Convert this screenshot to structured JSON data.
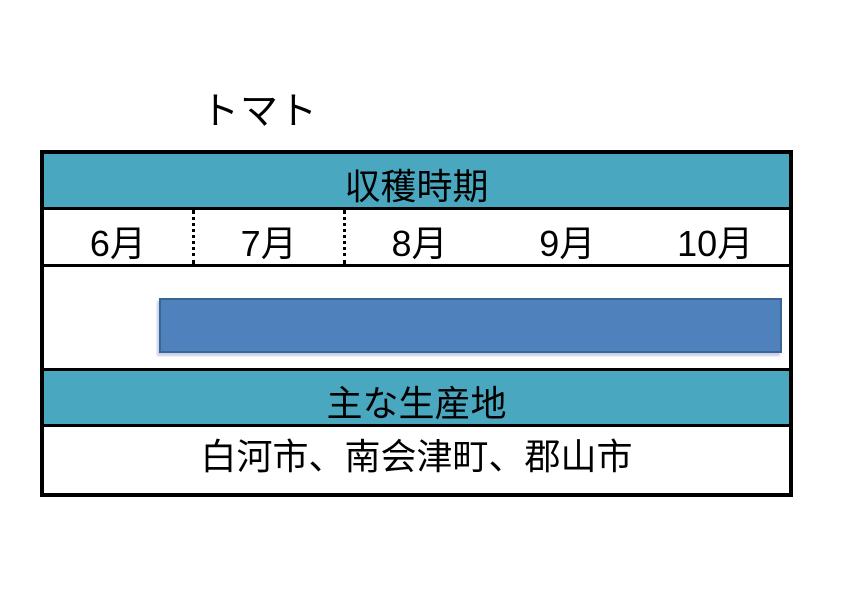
{
  "title": "トマト",
  "table": {
    "harvest_header": "収穫時期",
    "months": [
      "6月",
      "7月",
      "8月",
      "9月",
      "10月"
    ],
    "production_header": "主な生産地",
    "production_areas": "白河市、南会津町、郡山市"
  },
  "colors": {
    "section_header_bg": "#4AA7C0",
    "harvest_bar_fill": "#4F81BD",
    "harvest_bar_border": "#3A6595",
    "grid_line": "#000000",
    "background": "#ffffff"
  },
  "chart_data": {
    "type": "bar",
    "subtype": "harvest-calendar-gantt",
    "title": "トマト",
    "section_headers": [
      "収穫時期",
      "主な生産地"
    ],
    "categories": [
      "6月",
      "7月",
      "8月",
      "9月",
      "10月"
    ],
    "month_axis_range": [
      6,
      11
    ],
    "series": [
      {
        "name": "収穫時期",
        "start_month": 6.77,
        "end_month": 10.95
      }
    ],
    "month_separators_dotted_after": [
      "6月",
      "7月"
    ],
    "production_areas": [
      "白河市",
      "南会津町",
      "郡山市"
    ],
    "legend": "none",
    "grid": "off"
  }
}
